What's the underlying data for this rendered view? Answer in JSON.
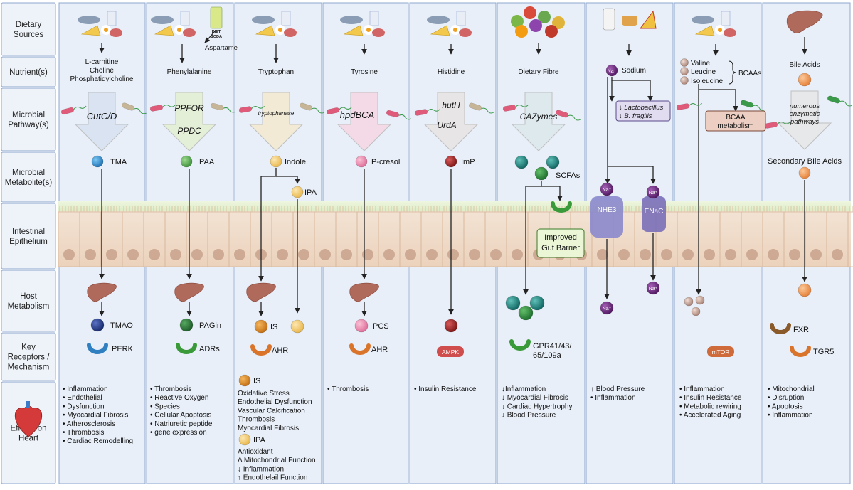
{
  "rows": [
    {
      "id": "dietary",
      "lines": [
        "Dietary",
        "Sources"
      ]
    },
    {
      "id": "nutrient",
      "lines": [
        "Nutrient(s)"
      ]
    },
    {
      "id": "pathway",
      "lines": [
        "Microbial",
        "Pathway(s)"
      ]
    },
    {
      "id": "metabolite",
      "lines": [
        "Microbial",
        "Metabolite(s)"
      ]
    },
    {
      "id": "epithelium",
      "lines": [
        "Intestinal",
        "Epithelium"
      ]
    },
    {
      "id": "host",
      "lines": [
        "Host",
        "Metabolism"
      ]
    },
    {
      "id": "receptors",
      "lines": [
        "Key",
        "Receptors /",
        "Mechanism"
      ]
    },
    {
      "id": "effects",
      "lines": [
        "Effects on",
        "Heart"
      ]
    }
  ],
  "colors": {
    "panel": "#e8eff8",
    "panel_border": "#8fa7cf",
    "label_bg": "#eef3fa",
    "lumen": "#e3efcc",
    "cell": "#f0dcca",
    "cell_border": "#d6b79c",
    "nucleus": "#c69d87",
    "liver": "#b06a5c",
    "TMA": "#2b8fd6",
    "TMAO": "#233f8e",
    "PAA": "#5fb85a",
    "PAGln": "#2f7a3a",
    "Indole": "#f7cf7a",
    "IS": "#e08a1e",
    "Pcresol": "#ee8fb4",
    "ImP": "#a52a2a",
    "SCFA": "#1f8a84",
    "sodium": "#6a2a7c",
    "BCAA": "#c9a89a",
    "bile": "#f19e5e",
    "receptor_orange": "#d9742a",
    "receptor_blue": "#2f7fc1",
    "receptor_green": "#3a9a3a",
    "receptor_brown": "#8a5a2a",
    "amp_red": "#cf4d4d",
    "channel": "#8b88cc"
  },
  "columns": [
    {
      "id": "tma",
      "nutrient_lines": [
        "L-carnitine",
        "Choline",
        "Phosphatidylcholine"
      ],
      "pathway": "CutC/D",
      "metabolite": "TMA",
      "host_metabolite": "TMAO",
      "receptor": "PERK",
      "effects": [
        "Inflammation",
        "Endothelial",
        "Dysfunction",
        "Myocardial Fibrosis",
        "Atherosclerosis",
        "Thrombosis",
        "Cardiac Remodelling"
      ]
    },
    {
      "id": "paa",
      "nutrient_lines": [
        "Phenylalanine"
      ],
      "extra_label": "Aspartame",
      "soda_lines": [
        "DIET",
        "SODA"
      ],
      "pathway_lines": [
        "PPFOR",
        "PPDC"
      ],
      "metabolite": "PAA",
      "host_metabolite": "PAGln",
      "receptor": "ADRs",
      "effects": [
        "Thrombosis",
        "Reactive Oxygen",
        "Species",
        "Cellular Apoptosis",
        "Natriuretic peptide",
        "gene expression"
      ]
    },
    {
      "id": "indole",
      "nutrient_lines": [
        "Tryptophan"
      ],
      "pathway": "tryptophanase",
      "metabolite": "Indole",
      "metabolite2": "IPA",
      "host_metabolite": "IS",
      "receptor": "AHR",
      "effects_is_label": "IS",
      "effects_is": [
        "Oxidative Stress",
        "Endothelial Dysfunction",
        "Vascular Calcification",
        "Thrombosis",
        "Myocardial Fibrosis"
      ],
      "effects_ipa_label": "IPA",
      "effects_ipa": [
        "Antioxidant",
        "Δ Mitochondrial Function",
        "↓ Inflammation",
        "↑ Endothelail Function"
      ]
    },
    {
      "id": "pcresol",
      "nutrient_lines": [
        "Tyrosine"
      ],
      "pathway": "hpdBCA",
      "metabolite": "P-cresol",
      "host_metabolite": "PCS",
      "receptor": "AHR",
      "effects": [
        "Thrombosis"
      ]
    },
    {
      "id": "imp",
      "nutrient_lines": [
        "Histidine"
      ],
      "pathway_lines": [
        "hutH",
        "UrdA"
      ],
      "metabolite": "ImP",
      "receptor": "AMPK",
      "effects": [
        "Insulin Resistance"
      ]
    },
    {
      "id": "scfa",
      "nutrient_lines": [
        "Dietary Fibre"
      ],
      "pathway": "CAZymes",
      "metabolite": "SCFAs",
      "barrier_lines": [
        "Improved",
        "Gut Barrier"
      ],
      "receptor_lines": [
        "GPR41/43/",
        "65/109a"
      ],
      "effects": [
        "↓Inflammation",
        "↓ Myocardial Fibrosis",
        "↓ Cardiac Hypertrophy",
        "↓ Blood Pressure"
      ]
    },
    {
      "id": "sodium",
      "nutrient": "Sodium",
      "ion": "Na⁺",
      "microbe_lines": [
        "↓ Lactobacillus",
        "↓ B. fragilis"
      ],
      "channel1": "NHE3",
      "channel2": "ENaC",
      "effects": [
        "↑ Blood Pressure",
        "Inflammation"
      ]
    },
    {
      "id": "bcaa",
      "nutrient_lines": [
        "Valine",
        "Leucine",
        "Isoleucine"
      ],
      "group_label": "BCAAs",
      "metabolism_lines": [
        "BCAA",
        "metabolism"
      ],
      "receptor": "mTOR",
      "effects": [
        "Inflammation",
        "Insulin Resistance",
        "Metabolic rewiring",
        "Accelerated Aging"
      ]
    },
    {
      "id": "bile",
      "nutrient_lines": [
        "Bile Acids"
      ],
      "pathway_lines": [
        "numerous",
        "enzymatic",
        "pathways"
      ],
      "metabolite": "Secondary BIle Acids",
      "receptor1": "FXR",
      "receptor2": "TGR5",
      "effects": [
        "Mitochondrial",
        "Disruption",
        "Apoptosis",
        "Inflammation"
      ]
    }
  ]
}
